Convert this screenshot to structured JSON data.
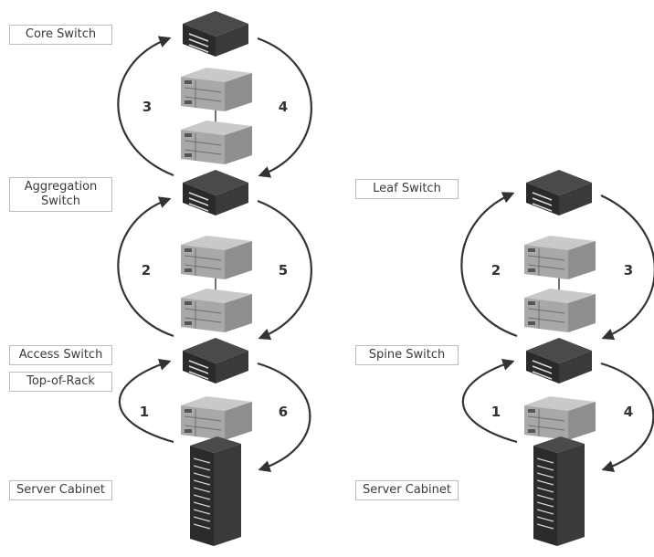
{
  "left": {
    "labels": {
      "core": "Core Switch",
      "aggregation_line1": "Aggregation",
      "aggregation_line2": "Switch",
      "access": "Access Switch",
      "tor": "Top-of-Rack",
      "cabinet": "Server Cabinet"
    },
    "steps": [
      "1",
      "2",
      "3",
      "4",
      "5",
      "6"
    ]
  },
  "right": {
    "labels": {
      "leaf": "Leaf Switch",
      "spine": "Spine Switch",
      "cabinet": "Server Cabinet"
    },
    "steps": [
      "1",
      "2",
      "3",
      "4"
    ]
  }
}
